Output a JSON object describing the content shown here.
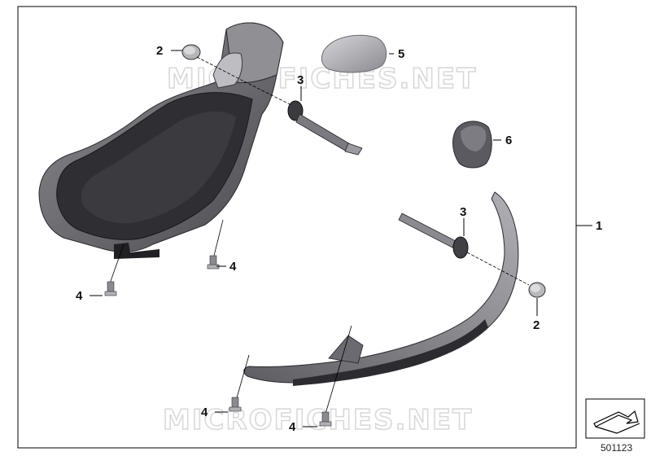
{
  "watermark": "MICROFICHES.NET",
  "callouts": {
    "assembly": "1",
    "bolt_top": "2",
    "bolt_right": "2",
    "grommet_left": "3",
    "grommet_right": "3",
    "cap_top": "5",
    "cap_right": "6",
    "screw_a": "4",
    "screw_b": "4",
    "screw_c": "4",
    "screw_d": "4"
  },
  "diagram_number": "501123",
  "colors": {
    "part_dark": "#2f2f33",
    "part_mid": "#6e6e73",
    "part_light": "#a9a9ae",
    "cap_light": "#c4c4c8",
    "line": "#000000"
  }
}
